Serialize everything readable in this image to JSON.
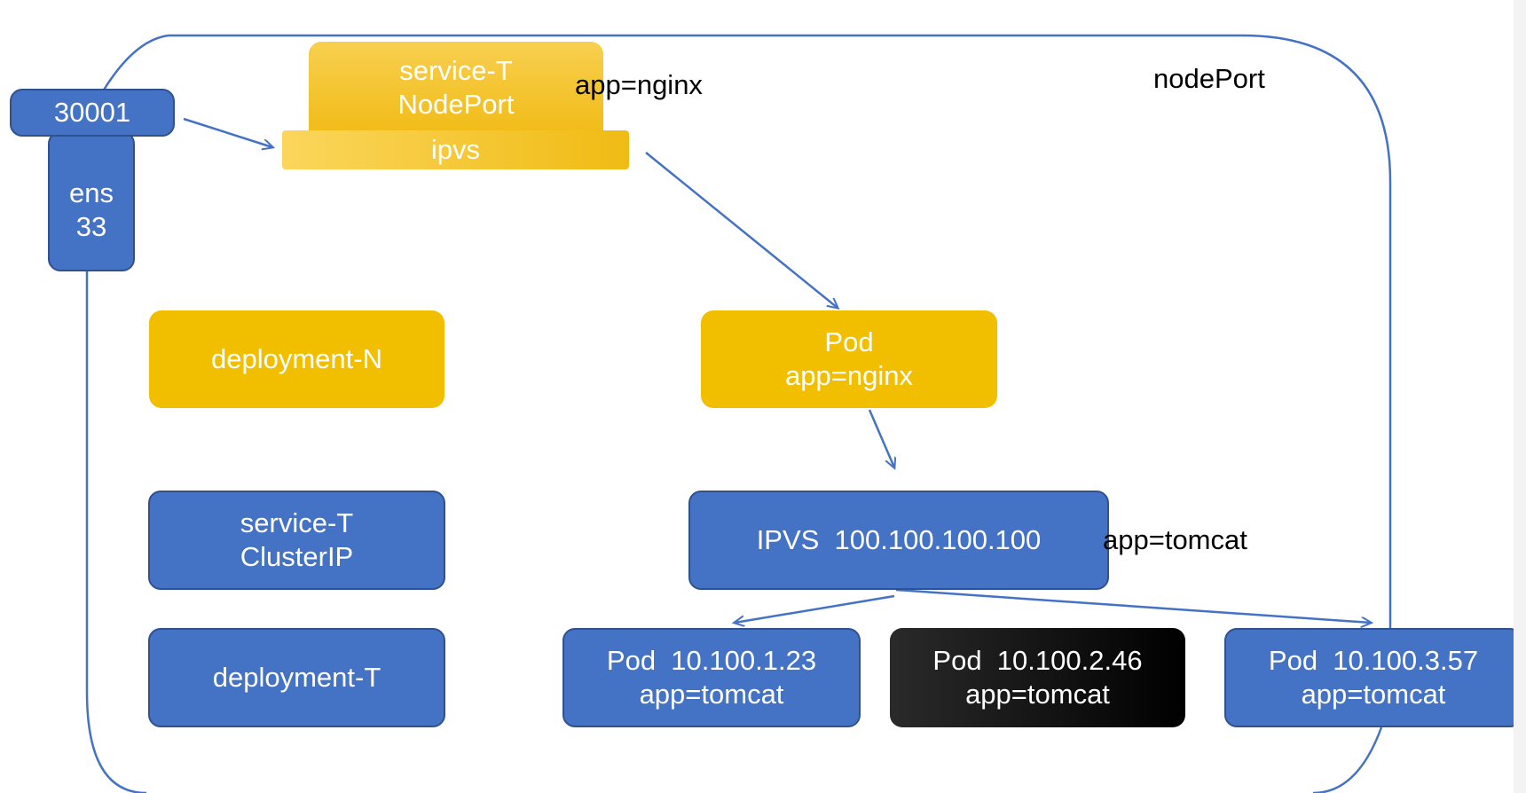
{
  "diagram": {
    "title": "nodePort",
    "port": {
      "number": "30001",
      "interface": [
        "ens",
        "33"
      ]
    },
    "service_nodeport": {
      "lines": [
        "service-T",
        "NodePort"
      ],
      "proxy": "ipvs",
      "selector": "app=nginx"
    },
    "deployment_n": "deployment-N",
    "pod_nginx": [
      "Pod",
      "app=nginx"
    ],
    "service_clusterip": [
      "service-T",
      "ClusterIP"
    ],
    "ipvs": {
      "label": "IPVS  100.100.100.100",
      "selector": "app=tomcat"
    },
    "deployment_t": "deployment-T",
    "pods_tomcat": [
      {
        "lines": [
          "Pod  10.100.1.23",
          "app=tomcat"
        ]
      },
      {
        "lines": [
          "Pod  10.100.2.46",
          "app=tomcat"
        ]
      },
      {
        "lines": [
          "Pod  10.100.3.57",
          "app=tomcat"
        ]
      }
    ],
    "colors": {
      "blue": "#4472c4",
      "blue_border": "#2f528f",
      "gold": "#f2be00",
      "black": "#000000",
      "connector": "#4472c4"
    }
  }
}
